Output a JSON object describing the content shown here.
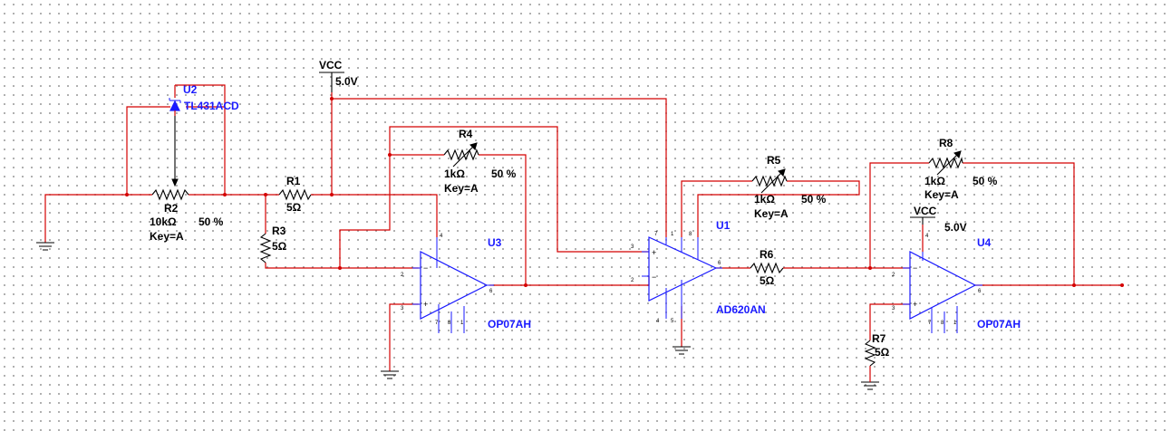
{
  "components": {
    "U2": {
      "ref": "U2",
      "part": "TL431ACD"
    },
    "R2": {
      "ref": "R2",
      "value": "10kΩ",
      "percent": "50 %",
      "key": "Key=A"
    },
    "R1": {
      "ref": "R1",
      "value": "5Ω"
    },
    "R3": {
      "ref": "R3",
      "value": "5Ω"
    },
    "R4": {
      "ref": "R4",
      "value": "1kΩ",
      "percent": "50 %",
      "key": "Key=A"
    },
    "R5": {
      "ref": "R5",
      "value": "1kΩ",
      "percent": "50 %",
      "key": "Key=A"
    },
    "R6": {
      "ref": "R6",
      "value": "5Ω"
    },
    "R7": {
      "ref": "R7",
      "value": "5Ω"
    },
    "R8": {
      "ref": "R8",
      "value": "1kΩ",
      "percent": "50 %",
      "key": "Key=A"
    },
    "U3": {
      "ref": "U3",
      "part": "OP07AH"
    },
    "U1": {
      "ref": "U1",
      "part": "AD620AN"
    },
    "U4": {
      "ref": "U4",
      "part": "OP07AH"
    },
    "VCC1": {
      "name": "VCC",
      "voltage": "5.0V"
    },
    "VCC2": {
      "name": "VCC",
      "voltage": "5.0V"
    }
  },
  "pins": {
    "U3": {
      "in_inv": "2",
      "in_non": "3",
      "out": "6",
      "vpos": "4",
      "vneg": "7",
      "n1": "8",
      "n2": "1"
    },
    "U1": {
      "in_pos": "3",
      "in_neg": "2",
      "out": "6",
      "ref": "5",
      "rg1": "1",
      "rg2": "8",
      "vs": "4",
      "vp": "7"
    },
    "U4": {
      "in_inv": "2",
      "in_non": "3",
      "out": "6",
      "vpos": "4",
      "vneg": "7",
      "n1": "8",
      "n2": "1"
    }
  }
}
